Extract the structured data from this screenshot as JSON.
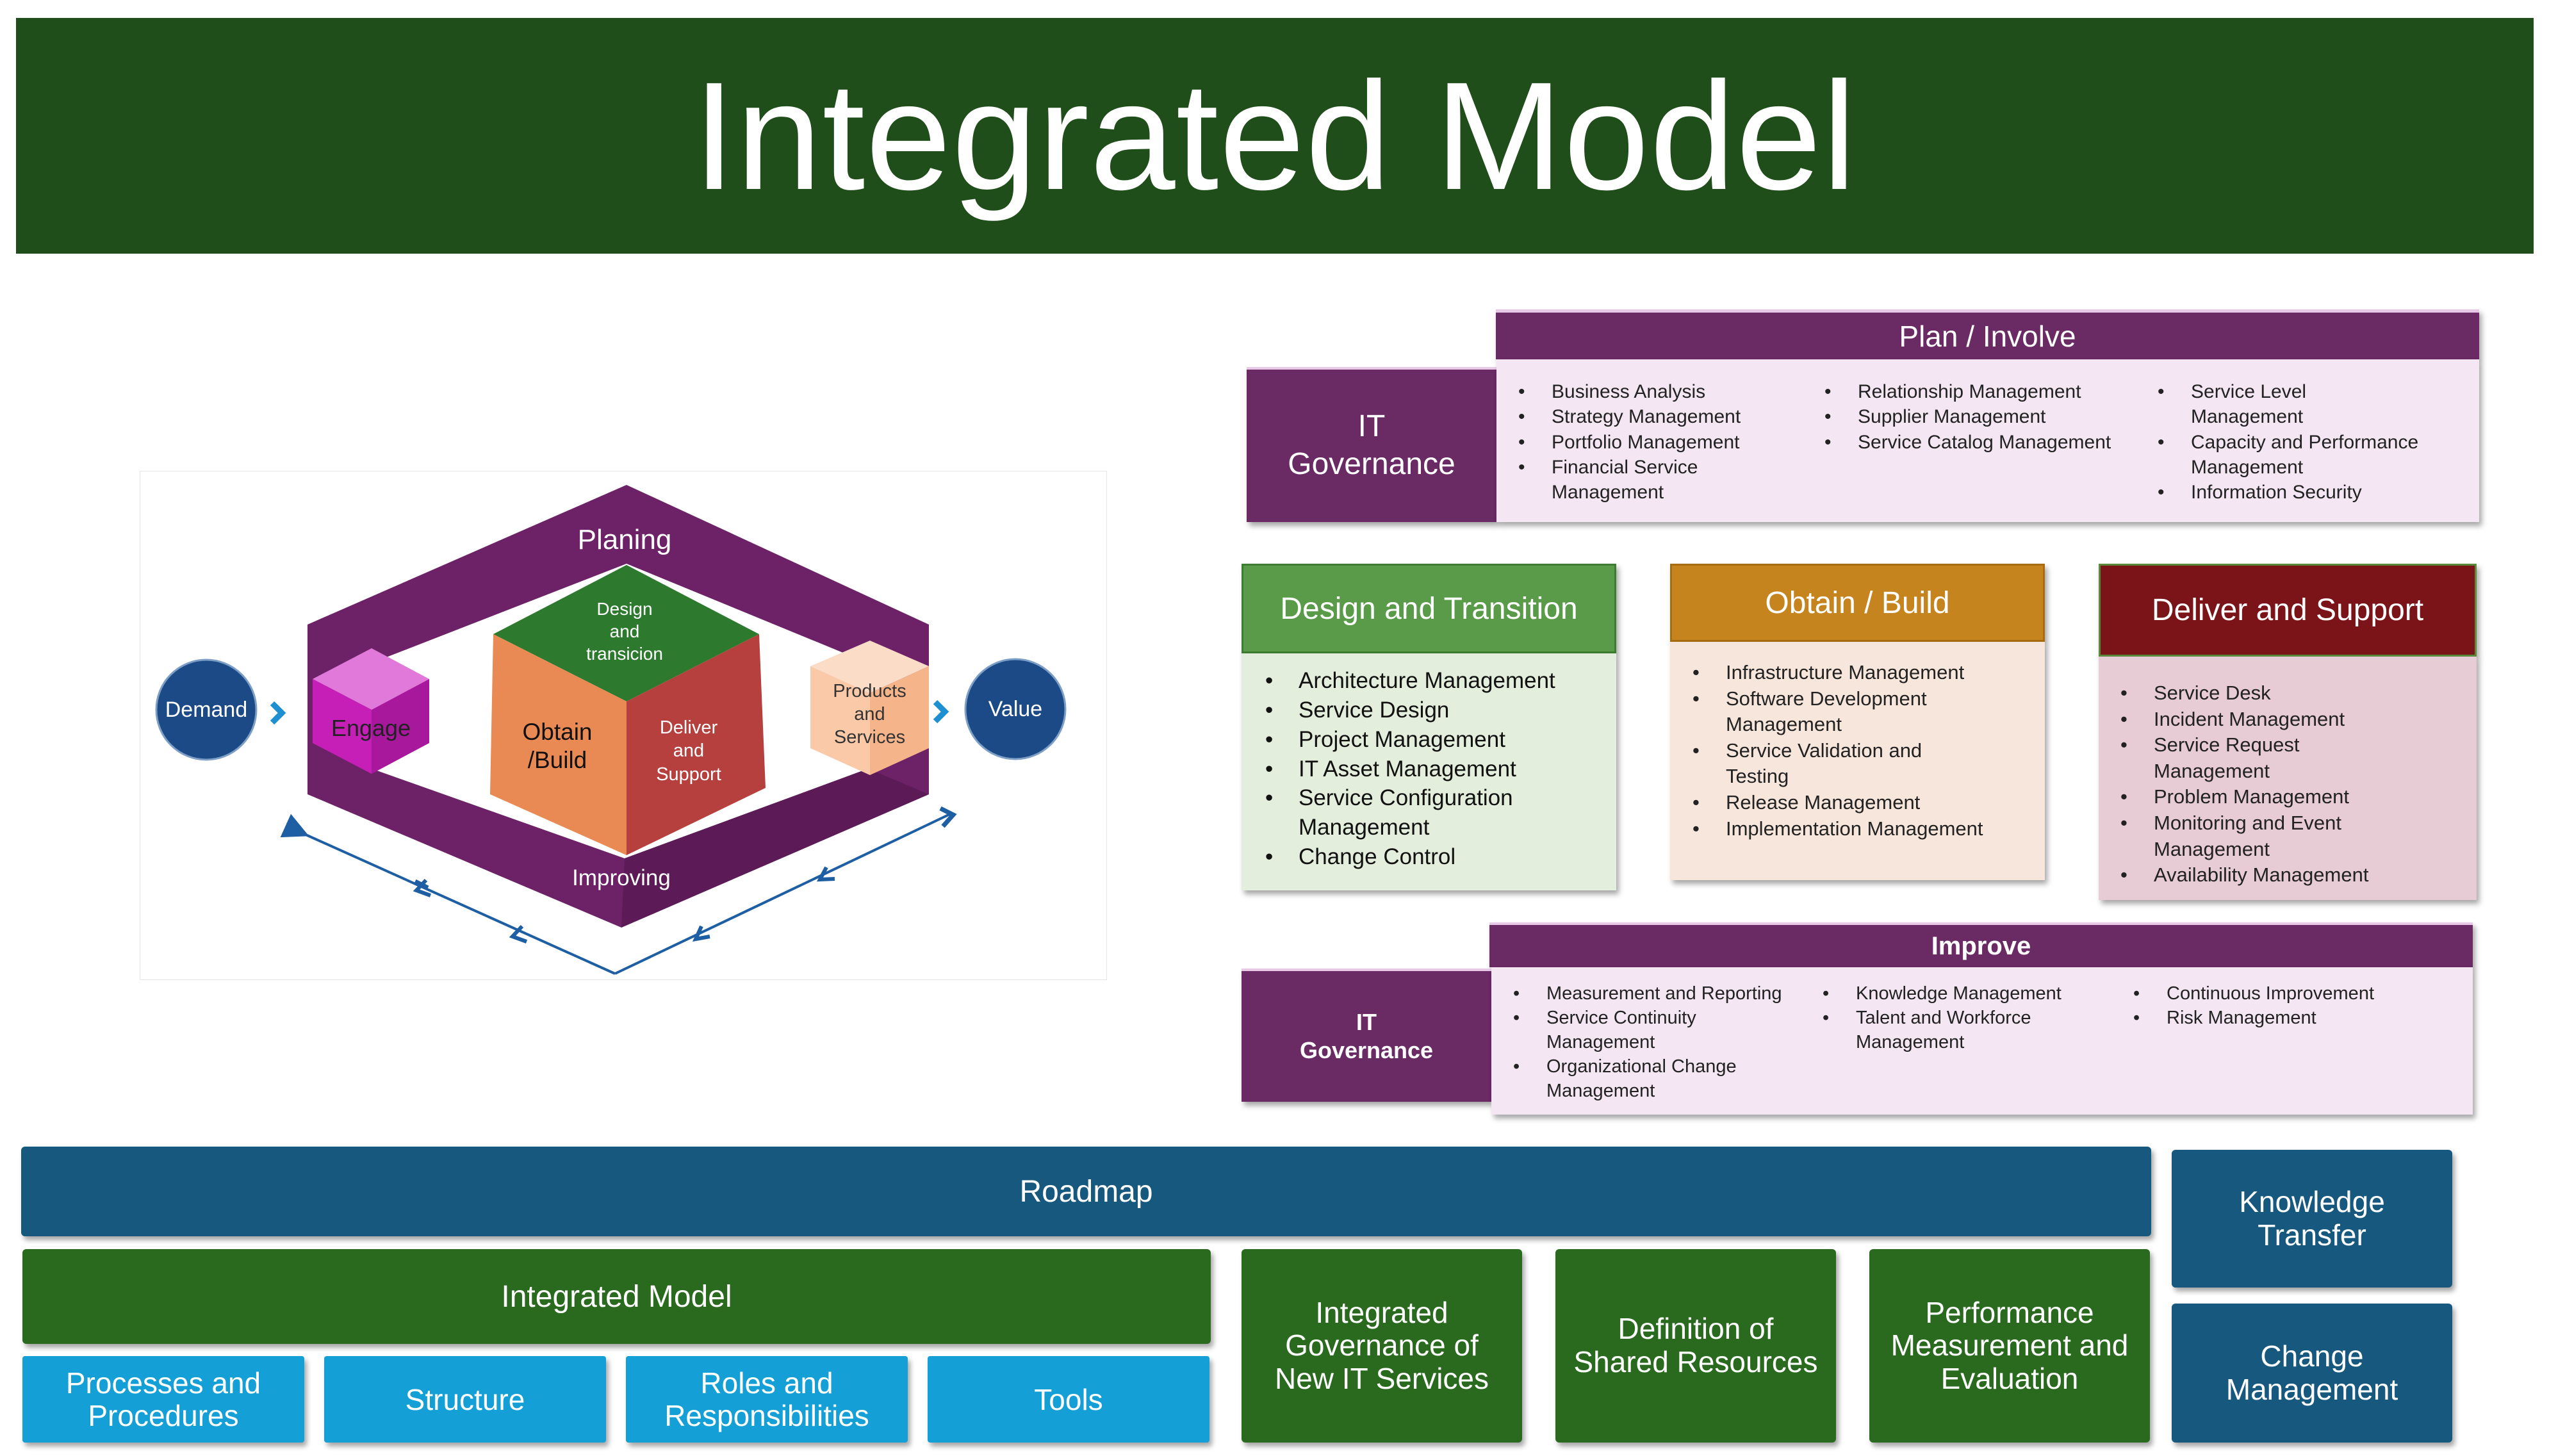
{
  "title": "Integrated Model",
  "cycle": {
    "demand": "Demand",
    "value": "Value",
    "engage": "Engage",
    "planing": "Planing",
    "improving": "Improving",
    "design": "Design\nand\ntransicion",
    "obtain": "Obtain\n/Build",
    "deliver": "Deliver\nand\nSupport",
    "products": "Products\nand\nServices"
  },
  "plan_involve": {
    "header": "Plan / Involve",
    "governance": "IT\nGovernance",
    "col1": [
      "Business Analysis",
      "Strategy Management",
      "Portfolio Management",
      "Financial Service\nManagement"
    ],
    "col2": [
      "Relationship Management",
      "Supplier Management",
      "Service Catalog Management"
    ],
    "col3": [
      "Service Level\nManagement",
      "Capacity and Performance\nManagement",
      "Information Security"
    ]
  },
  "design_transition": {
    "header": "Design and Transition",
    "items": [
      "Architecture Management",
      "Service Design",
      "Project Management",
      "IT Asset Management",
      "Service Configuration\nManagement",
      "Change Control"
    ]
  },
  "obtain_build": {
    "header": "Obtain / Build",
    "items": [
      "Infrastructure Management",
      "Software Development\nManagement",
      "Service Validation and\nTesting",
      "Release Management",
      "Implementation Management"
    ]
  },
  "deliver_support": {
    "header": "Deliver and Support",
    "items": [
      "Service Desk",
      "Incident Management",
      "Service Request\nManagement",
      "Problem Management",
      "Monitoring and Event\nManagement",
      "Availability Management"
    ]
  },
  "improve": {
    "header": "Improve",
    "governance": "IT\nGovernance",
    "col1": [
      "Measurement and Reporting",
      "Service Continuity\nManagement",
      "Organizational Change\nManagement"
    ],
    "col2": [
      "Knowledge Management",
      "Talent and Workforce\nManagement"
    ],
    "col3": [
      "Continuous Improvement",
      "Risk Management"
    ]
  },
  "bottom": {
    "roadmap": "Roadmap",
    "integrated_model": "Integrated Model",
    "processes": "Processes and\nProcedures",
    "structure": "Structure",
    "roles": "Roles and\nResponsibilities",
    "tools": "Tools",
    "governance_new": "Integrated\nGovernance of\nNew IT Services",
    "shared_resources": "Definition of\nShared Resources",
    "performance": "Performance\nMeasurement and\nEvaluation",
    "knowledge_transfer": "Knowledge\nTransfer",
    "change_management": "Change\nManagement"
  },
  "colors": {
    "title_green": "#1f4e1a",
    "purple": "#6a2a64",
    "design_green": "#5a9b49",
    "obtain_orange": "#c6841e",
    "deliver_red": "#7a1418",
    "roadmap_blue": "#17587f",
    "cyan": "#14a0d7"
  }
}
